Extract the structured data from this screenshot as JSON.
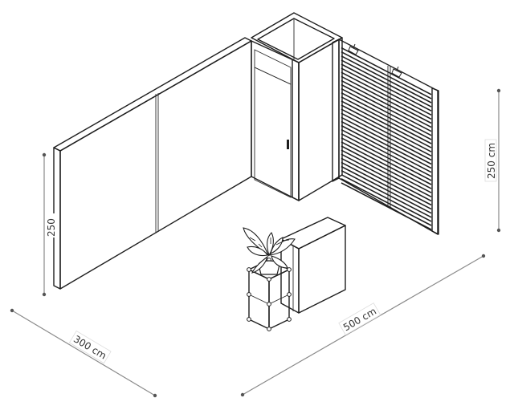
{
  "dimensions": {
    "width_label": "300 cm",
    "depth_label": "500 cm",
    "height_left_label": "250",
    "height_right_label": "250 cm"
  },
  "colors": {
    "panel_fill": "#ffffff",
    "panel_edge": "#1e1e1e",
    "dimension_line": "#8a8a8a",
    "dimension_dot": "#555555"
  }
}
